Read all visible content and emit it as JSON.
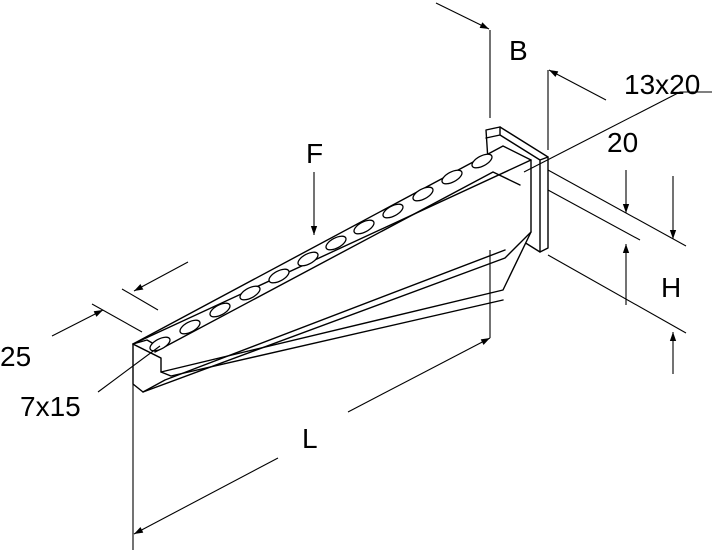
{
  "labels": {
    "b": "B",
    "f": "F",
    "slot_top": "13x20",
    "twenty": "20",
    "h": "H",
    "l": "L",
    "twentyfive": "25",
    "slot_bottom": "7x15"
  }
}
